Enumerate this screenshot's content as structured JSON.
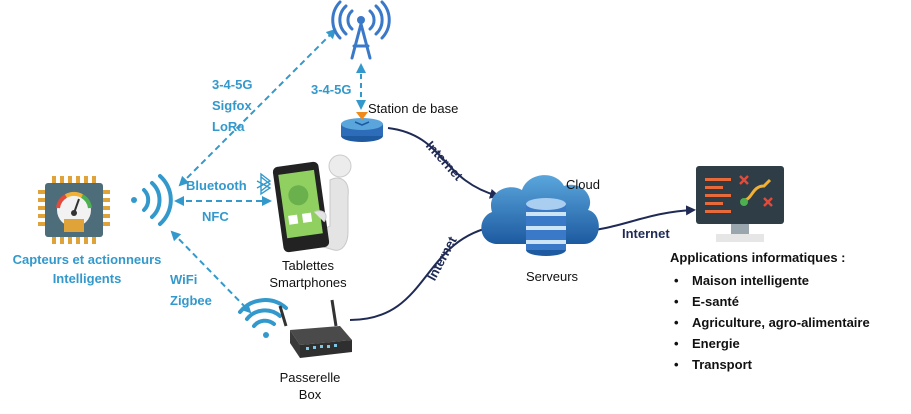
{
  "labels": {
    "cellular_left": [
      "3-4-5G",
      "Sigfox",
      "LoRa"
    ],
    "cellular_right": "3-4-5G",
    "base_station": "Station de base",
    "bluetooth": "Bluetooth",
    "nfc": "NFC",
    "wifi": [
      "WiFi",
      "Zigbee"
    ],
    "sensors": [
      "Capteurs et actionneurs",
      "Intelligents"
    ],
    "tablets": [
      "Tablettes",
      "Smartphones"
    ],
    "gateway": [
      "Passerelle",
      "Box"
    ],
    "cloud": "Cloud",
    "servers": "Serveurs",
    "internet": "Internet"
  },
  "applications": {
    "title": "Applications informatiques :",
    "items": [
      "Maison intelligente",
      "E-santé",
      "Agriculture, agro-alimentaire",
      "Energie",
      "Transport"
    ]
  },
  "colors": {
    "accent_blue": "#3399cc",
    "link_dark": "#1f2a55",
    "server_blue": "#3a78c8",
    "chip": "#4d6d7a"
  },
  "icons": [
    "antenna-icon",
    "chip-icon",
    "signal-icon",
    "phone-icon",
    "bluetooth-icon",
    "wifi-icon",
    "router-icon",
    "base-station-icon",
    "cloud-icon",
    "server-icon",
    "monitor-icon"
  ]
}
